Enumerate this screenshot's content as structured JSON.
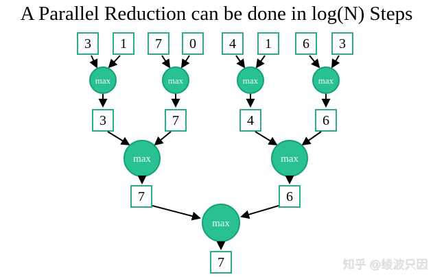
{
  "title": "A Parallel Reduction can be done in log(N) Steps",
  "watermark": "知乎 @绫波只因",
  "node_operator": "max",
  "tree": {
    "inputs": [
      "3",
      "1",
      "7",
      "0",
      "4",
      "1",
      "6",
      "3"
    ],
    "step1_results": [
      "3",
      "7",
      "4",
      "6"
    ],
    "step2_results": [
      "7",
      "6"
    ],
    "final_result": "7"
  },
  "colors": {
    "title_text": "#000000",
    "number_text": "#000000",
    "box_border": "#2fa98b",
    "node_fill": "#29c194",
    "node_stroke": "#14a077",
    "node_text": "#eafaf3",
    "arrow": "#000000",
    "watermark_text": "#e3e3e3"
  }
}
